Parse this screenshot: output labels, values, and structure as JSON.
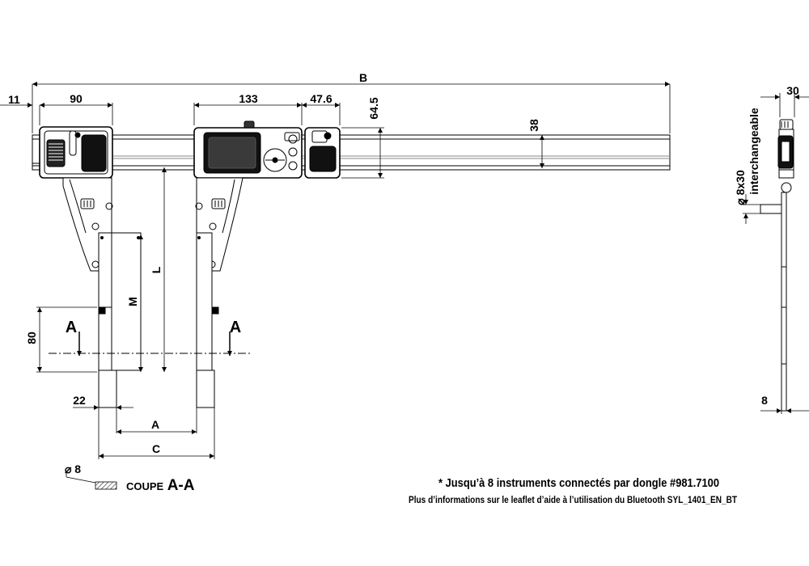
{
  "dimensions": {
    "total_length": "B",
    "left_offset": "11",
    "fixed_jaw_width": "90",
    "slider_width": "133",
    "slider_extension": "47.6",
    "beam_height": "64.5",
    "beam_profile": "38",
    "jaw_length": "L",
    "measuring_depth": "M",
    "tip_height": "80",
    "tip_offset": "22",
    "inner_span": "A",
    "outer_span": "C",
    "side_width": "30",
    "side_tip_width": "8",
    "side_tip_diameter": "⌀ 8x30",
    "side_tip_note": "interchangeable",
    "section_mark": "A",
    "section_tip_diameter": "⌀ 8"
  },
  "section": {
    "coupe_word": "COUPE",
    "coupe_name": "A-A"
  },
  "notes": {
    "line1": "* Jusqu’à 8 instruments connectés par dongle #981.7100",
    "line2": "Plus d’informations sur le leaflet d’aide à l’utilisation du Bluetooth SYL_1401_EN_BT"
  }
}
